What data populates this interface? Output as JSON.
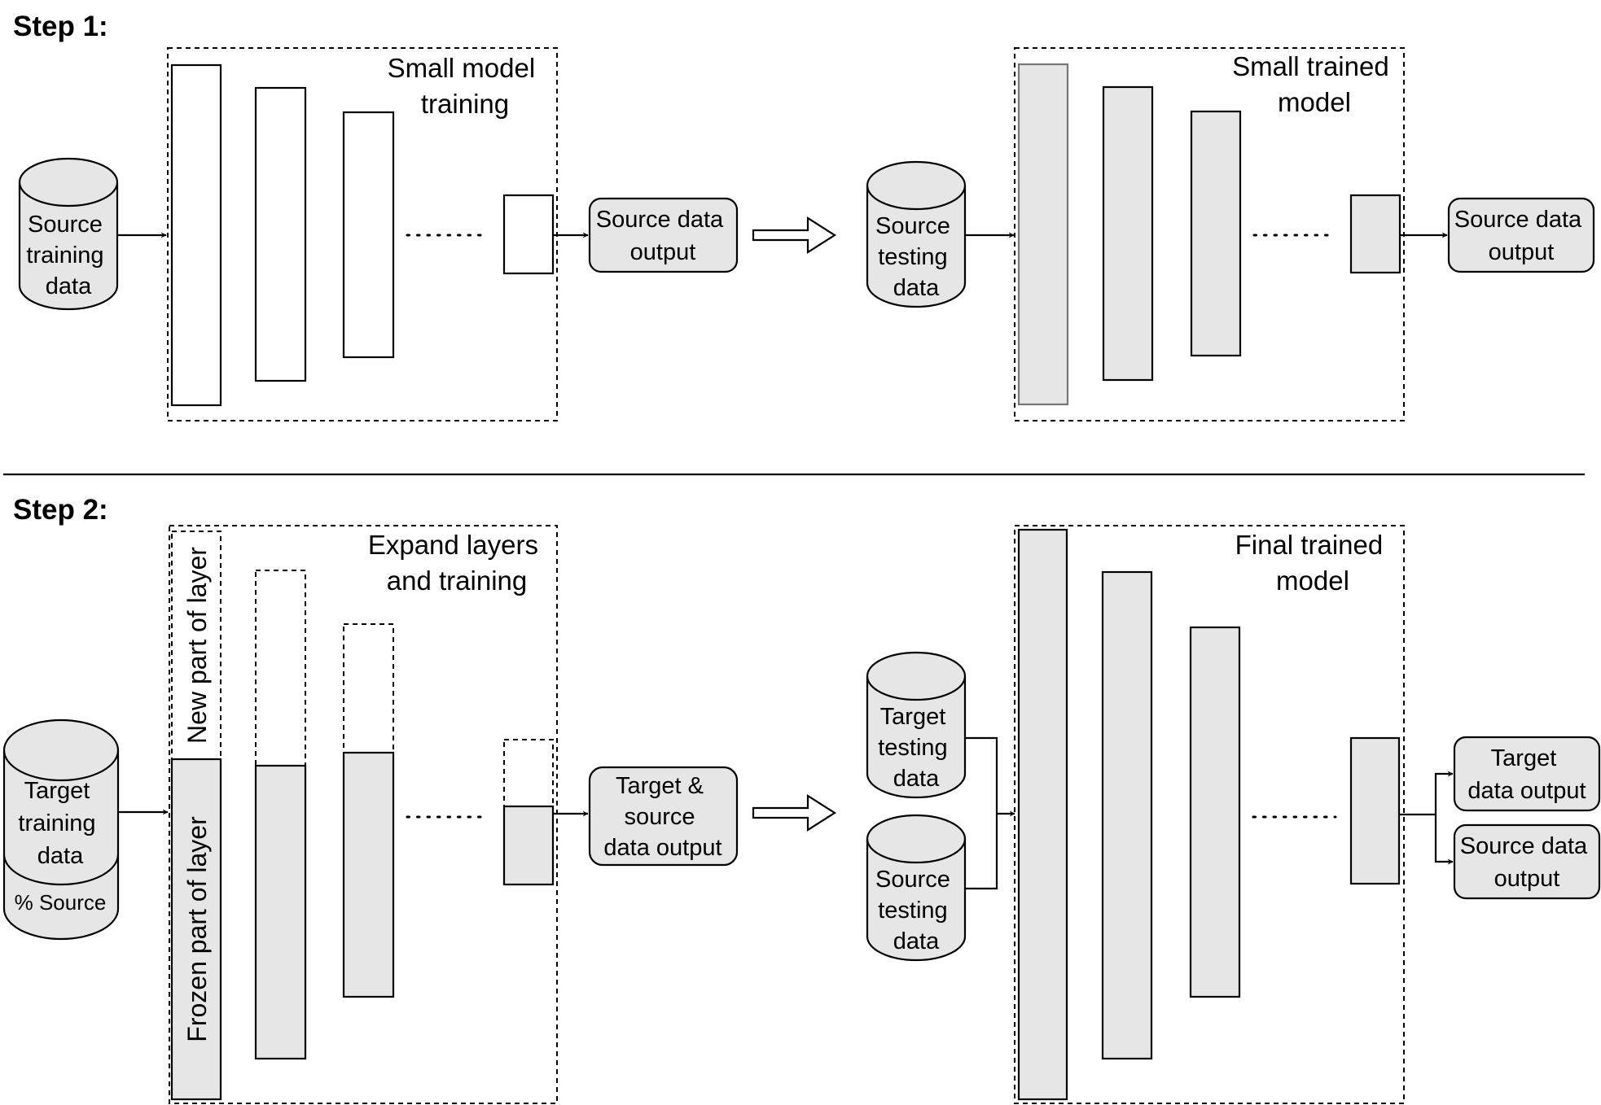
{
  "steps": {
    "step1": "Step 1:",
    "step2": "Step 2:"
  },
  "step1": {
    "training_frame": [
      "Small model",
      "training"
    ],
    "trained_frame": [
      "Small trained",
      "model"
    ],
    "training_input": [
      "Source",
      "training",
      "data"
    ],
    "training_output": [
      "Source data",
      "output"
    ],
    "testing_input": [
      "Source",
      "testing",
      "data"
    ],
    "testing_output": [
      "Source data",
      "output"
    ]
  },
  "step2": {
    "expand_frame": [
      "Expand layers",
      "and training"
    ],
    "final_frame": [
      "Final trained",
      "model"
    ],
    "training_input": [
      "Target",
      "training",
      "data"
    ],
    "training_input_extra": "% Source",
    "new_part_label": "New part of layer",
    "frozen_part_label": "Frozen part of layer",
    "training_output": [
      "Target &",
      "source",
      "data output"
    ],
    "target_testing_input": [
      "Target",
      "testing",
      "data"
    ],
    "source_testing_input": [
      "Source",
      "testing",
      "data"
    ],
    "target_output": [
      "Target",
      "data output"
    ],
    "source_output": [
      "Source data",
      "output"
    ]
  },
  "colors": {
    "fill": "#e6e6e6",
    "stroke": "#000000"
  }
}
